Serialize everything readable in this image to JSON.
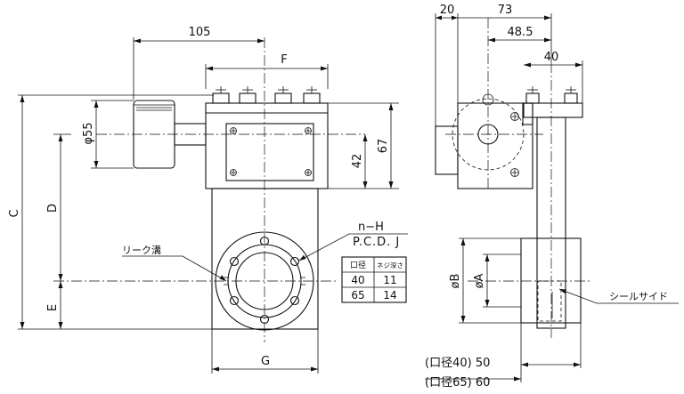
{
  "front_view": {
    "dims": {
      "d105": "105",
      "F": "F",
      "phi55": "φ55",
      "d42": "42",
      "d67": "67",
      "C": "C",
      "D": "D",
      "E": "E",
      "G": "G"
    },
    "labels": {
      "leak_groove": "リーク溝",
      "n_h": "n−H",
      "pcd": "P.C.D. J"
    },
    "table": {
      "headers": [
        "口径",
        "ネジ深さ"
      ],
      "rows": [
        [
          "40",
          "11"
        ],
        [
          "65",
          "14"
        ]
      ]
    }
  },
  "side_view": {
    "dims": {
      "d20": "20",
      "d73": "73",
      "d48_5": "48.5",
      "d40": "40",
      "phiB": "øB",
      "phiA": "øA"
    },
    "labels": {
      "seal_side": "シールサイド",
      "bore40": "(口径40) 50",
      "bore65": "(口径65) 60"
    }
  }
}
